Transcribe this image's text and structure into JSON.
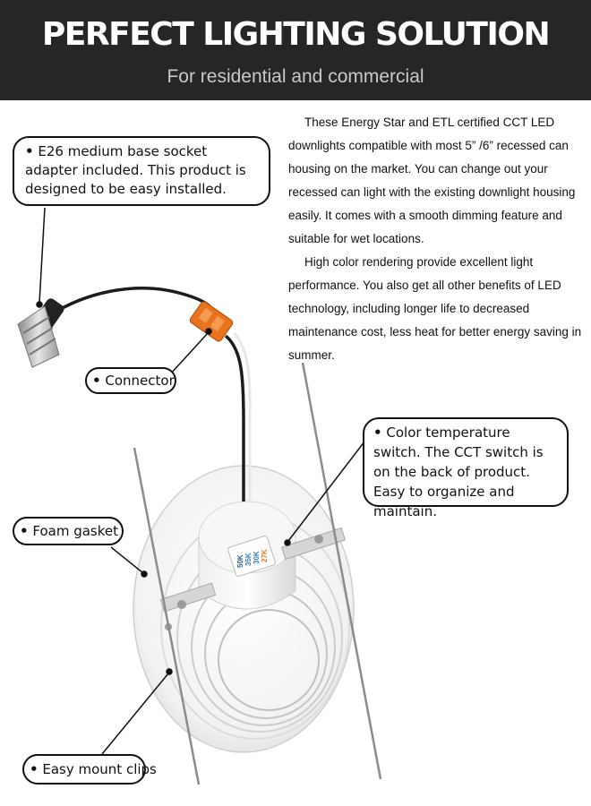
{
  "header": {
    "title": "PERFECT LIGHTING SOLUTION",
    "subtitle": "For residential and commercial"
  },
  "description": {
    "paragraph_1": "These Energy Star and ETL certified CCT LED downlights compatible with most 5” /6”  recessed can housing on the market. You can change out your recessed can light with the existing downlight housing easily. It comes with a smooth dimming feature and suitable for wet locations.",
    "paragraph_2": "High color rendering provide excellent  light performance. You also get all other benefits of LED technology, including longer life to decreased maintenance cost, less heat for better energy saving in summer."
  },
  "callouts": {
    "bullet": "•",
    "e26_adapter": "E26 medium base socket adapter included. This product is designed to be easy installed.",
    "connector": "Connector",
    "color_temperature": "Color temperature switch. The CCT switch is on the back of product. Easy to organize and maintain.",
    "foam_gasket": "Foam gasket",
    "mount_clips": "Easy mount clips"
  },
  "switch_labels": [
    "27K",
    "30K",
    "35K",
    "50K"
  ],
  "colors": {
    "header_bg": "#262626",
    "title_text": "#ffffff",
    "subtitle_text": "#c9c9c9",
    "connector_orange": "#e8731c"
  },
  "icons": [
    "socket-adapter-icon",
    "wire-connector-icon",
    "downlight-fixture-icon",
    "cct-switch-icon",
    "mount-clip-icon"
  ]
}
